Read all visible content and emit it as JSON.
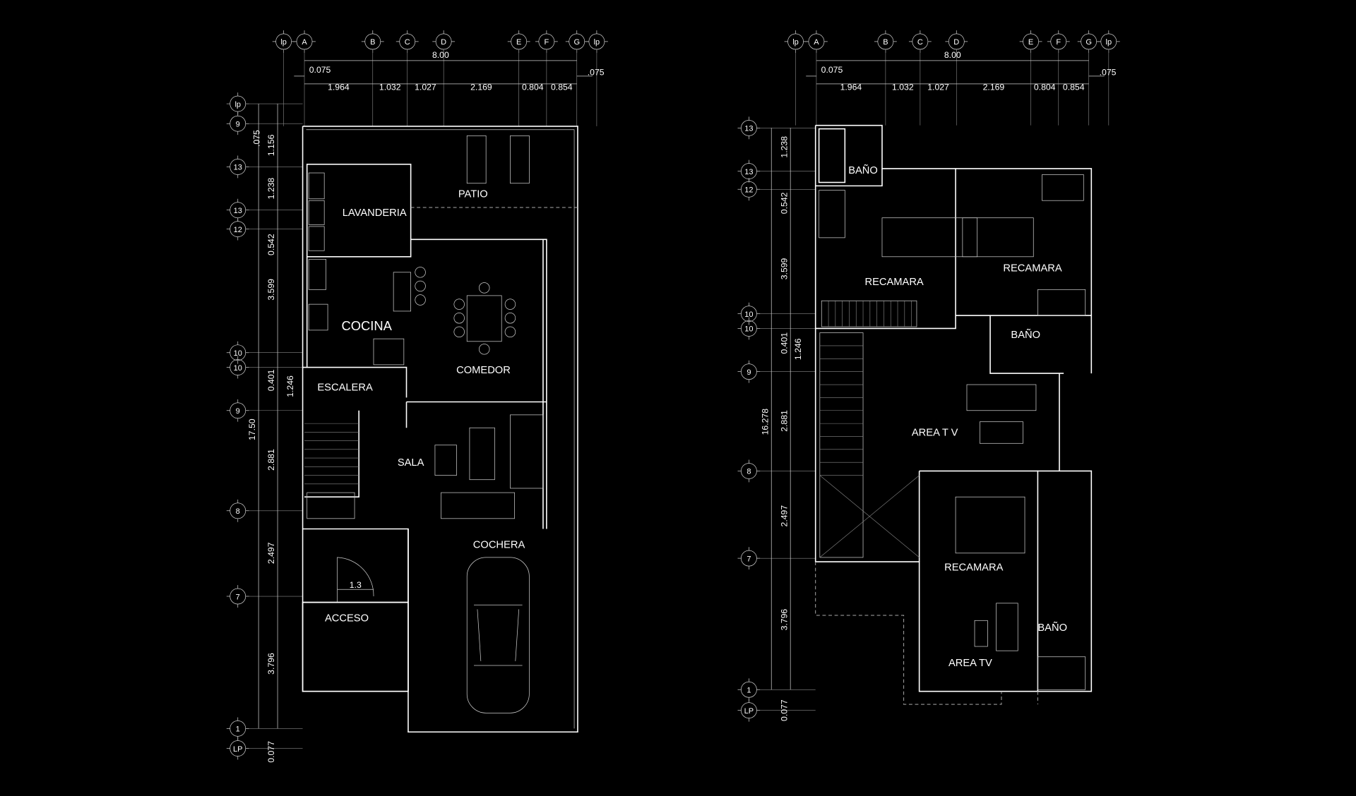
{
  "plans": [
    {
      "grid_columns": [
        "lp",
        "A",
        "B",
        "C",
        "D",
        "E",
        "F",
        "G",
        "lp"
      ],
      "overall_width": "8.00",
      "edge_offset_left": "0.075",
      "edge_offset_right": ".075",
      "column_dims": [
        "1.964",
        "1.032",
        "1.027",
        "2.169",
        "0.804",
        "0.854"
      ],
      "grid_rows": [
        "lp",
        "9",
        "13",
        "13",
        "12",
        "10",
        "10",
        "9",
        "8",
        "7",
        "1",
        "LP"
      ],
      "row_dims": [
        ".075",
        "1.156",
        "1.238",
        "0.542",
        "3.599",
        "0.401",
        "1.246",
        "2.881",
        "2.497",
        "3.796",
        "0.077"
      ],
      "overall_length": "17.50",
      "rooms": {
        "patio": "PATIO",
        "lavanderia": "LAVANDERIA",
        "cocina": "COCINA",
        "comedor": "COMEDOR",
        "escalera": "ESCALERA",
        "sala": "SALA",
        "cochera": "COCHERA",
        "acceso": "ACCESO"
      },
      "door_width": "1.3"
    },
    {
      "grid_columns": [
        "lp",
        "A",
        "B",
        "C",
        "D",
        "E",
        "F",
        "G",
        "lp"
      ],
      "overall_width": "8.00",
      "edge_offset_left": "0.075",
      "edge_offset_right": ".075",
      "column_dims": [
        "1.964",
        "1.032",
        "1.027",
        "2.169",
        "0.804",
        "0.854"
      ],
      "grid_rows": [
        "13",
        "13",
        "12",
        "10",
        "10",
        "9",
        "8",
        "7",
        "1",
        "LP"
      ],
      "row_dims": [
        "1.238",
        "0.542",
        "3.599",
        "0.401",
        "1.246",
        "2.881",
        "2.497",
        "3.796",
        "0.077"
      ],
      "overall_length": "16.278",
      "rooms": {
        "bano1": "BAÑO",
        "recamara1": "RECAMARA",
        "recamara2": "RECAMARA",
        "bano2": "BAÑO",
        "area_tv": "AREA T V",
        "recamara3": "RECAMARA",
        "bano3": "BAÑO",
        "area_tv2": "AREA TV"
      }
    }
  ]
}
